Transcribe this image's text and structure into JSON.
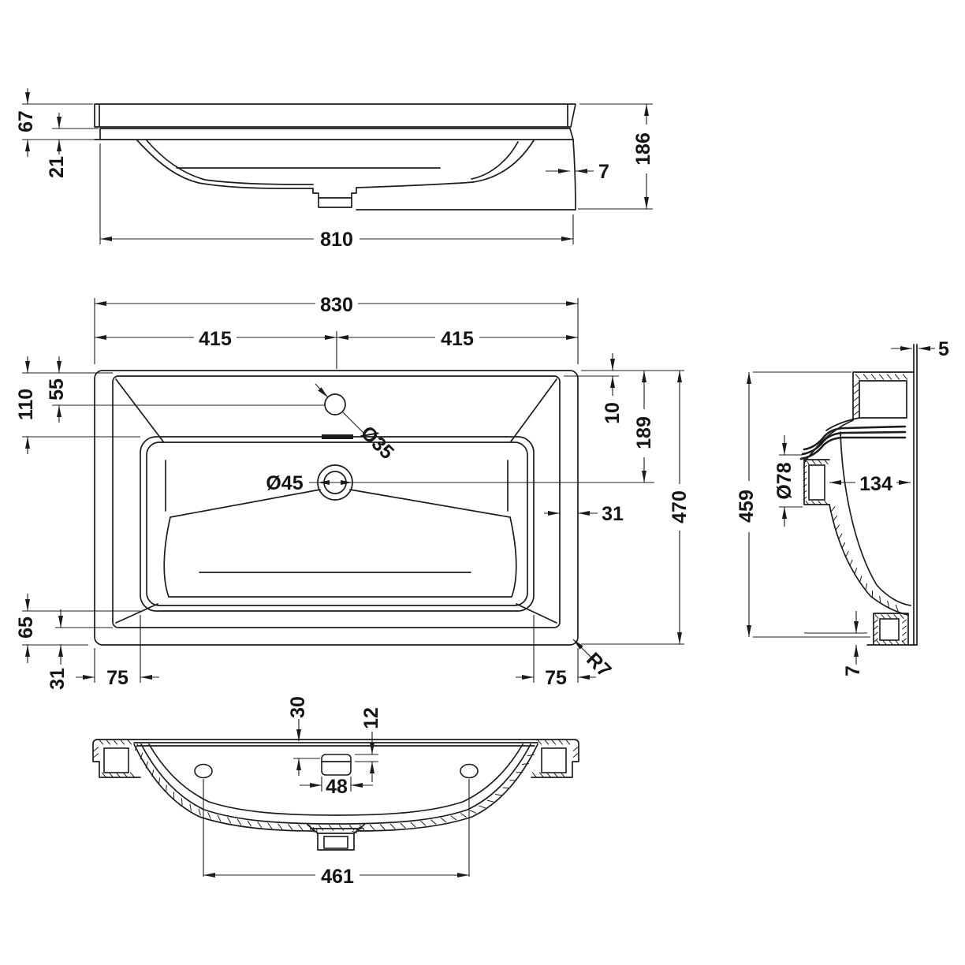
{
  "style": {
    "line_color": "#1c1c1c",
    "background": "#ffffff"
  },
  "dims": {
    "front": {
      "d67": "67",
      "d21": "21",
      "d810": "810",
      "d7": "7",
      "d186": "186"
    },
    "plan": {
      "d830": "830",
      "d415l": "415",
      "d415r": "415",
      "d110": "110",
      "d55": "55",
      "d35": "Ø35",
      "d10": "10",
      "d189": "189",
      "d45": "Ø45",
      "d31r": "31",
      "d470": "470",
      "d65": "65",
      "d31l": "31",
      "d75l": "75",
      "d75r": "75",
      "r7": "R7"
    },
    "section": {
      "d5": "5",
      "d459": "459",
      "d78": "Ø78",
      "d134": "134",
      "d7": "7"
    },
    "bottom": {
      "d30": "30",
      "d12": "12",
      "d48": "48",
      "d461": "461"
    }
  }
}
